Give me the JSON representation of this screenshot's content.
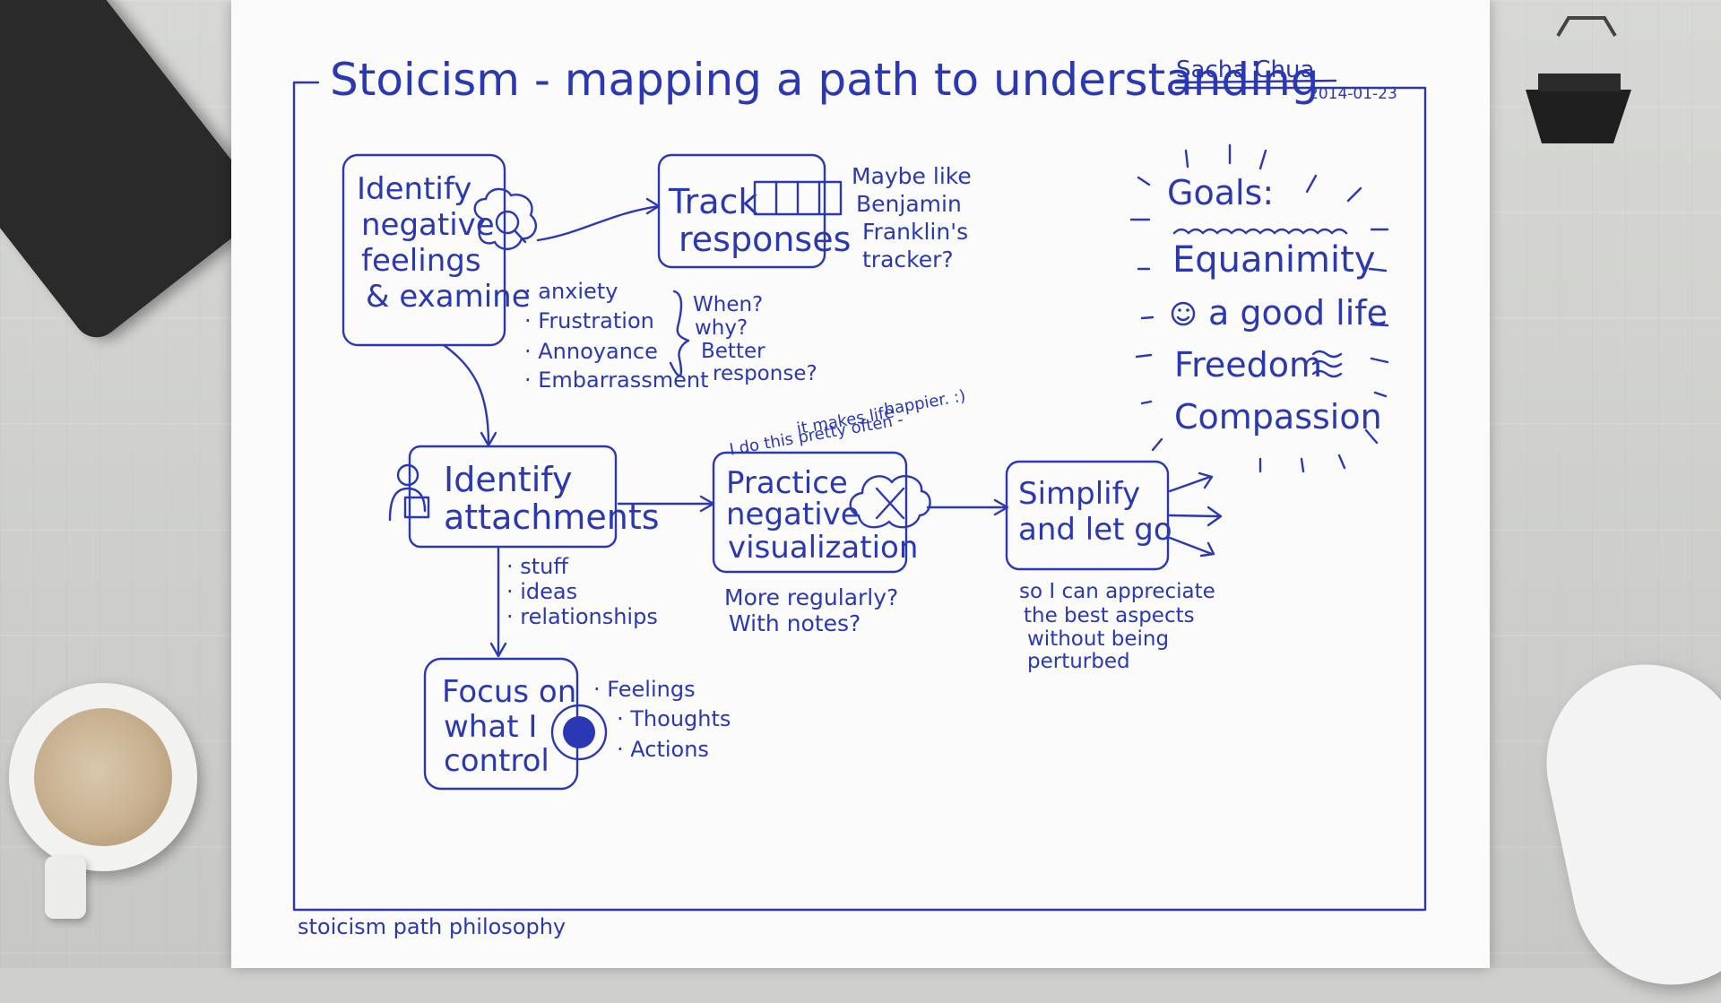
{
  "title": "Stoicism - mapping a path to understanding",
  "author": "Sacha Chua",
  "date": "2014-01-23",
  "nodes": {
    "identify_feelings": [
      "Identify",
      "negative",
      "feelings",
      "& examine"
    ],
    "track_responses": [
      "Track",
      "responses"
    ],
    "identify_attachments": [
      "Identify",
      "attachments"
    ],
    "negative_visualization": [
      "Practice",
      "negative",
      "visualization"
    ],
    "simplify": [
      "Simplify",
      "and let go"
    ],
    "focus_control": [
      "Focus on",
      "what I",
      "control"
    ]
  },
  "notes": {
    "franklin": [
      "Maybe like",
      "Benjamin",
      "Franklin's",
      "tracker?"
    ],
    "feelings_list": [
      "· anxiety",
      "· Frustration",
      "· Annoyance",
      "· Embarrassment"
    ],
    "questions": [
      "When?",
      "why?",
      "Better",
      "response?"
    ],
    "attachments_list": [
      "· stuff",
      "· ideas",
      "· relationships"
    ],
    "often": [
      "I do this pretty often -",
      "it makes life",
      "happier. :)"
    ],
    "regularly": [
      "More regularly?",
      "With notes?"
    ],
    "appreciate": [
      "so I can appreciate",
      "the best aspects",
      "without being",
      "perturbed"
    ],
    "control_list": [
      "· Feelings",
      "· Thoughts",
      "· Actions"
    ]
  },
  "goals": {
    "heading": "Goals:",
    "items": [
      "Equanimity",
      "a good life",
      "Freedom",
      "Compassion"
    ]
  },
  "tags": "stoicism path philosophy",
  "colors": {
    "ink": "#2a38b4",
    "paper": "#fbfbfb"
  }
}
